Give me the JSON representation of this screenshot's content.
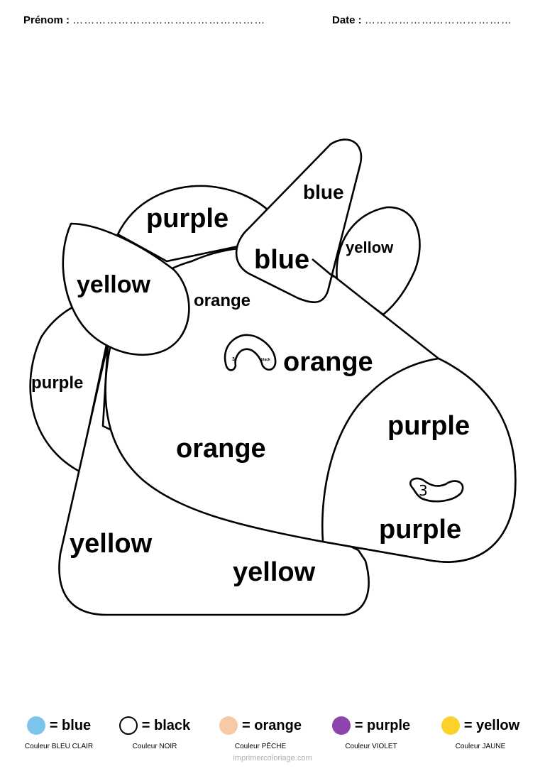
{
  "header": {
    "first_name_label": "Prénom :",
    "first_name_dots": "……………………………………………",
    "date_label": "Date :",
    "date_dots": "…………………………………"
  },
  "regions": {
    "horn_top": "blue",
    "horn_bottom": "blue",
    "ear_right": "yellow",
    "mane_top": "purple",
    "mane_left_ear": "yellow",
    "mane_left": "purple",
    "forehead": "orange",
    "face_upper": "orange",
    "face_lower": "orange",
    "muzzle_upper": "purple",
    "muzzle_lower": "purple",
    "neck_left": "yellow",
    "neck_right": "yellow",
    "eye_number": "3",
    "eye_color": "black",
    "nostril_number": "3"
  },
  "legend": [
    {
      "label": "= blue",
      "caption": "Couleur BLEU CLAIR",
      "color": "#7cc4ec",
      "outline": false
    },
    {
      "label": "= black",
      "caption": "Couleur NOIR",
      "color": "#ffffff",
      "outline": true
    },
    {
      "label": "= orange",
      "caption": "Couleur PÊCHE",
      "color": "#f7c9a4",
      "outline": false
    },
    {
      "label": "= purple",
      "caption": "Couleur VIOLET",
      "color": "#8e44ad",
      "outline": false
    },
    {
      "label": "= yellow",
      "caption": "Couleur JAUNE",
      "color": "#fcd12a",
      "outline": false
    }
  ],
  "watermark": "imprimercoloriage.com"
}
